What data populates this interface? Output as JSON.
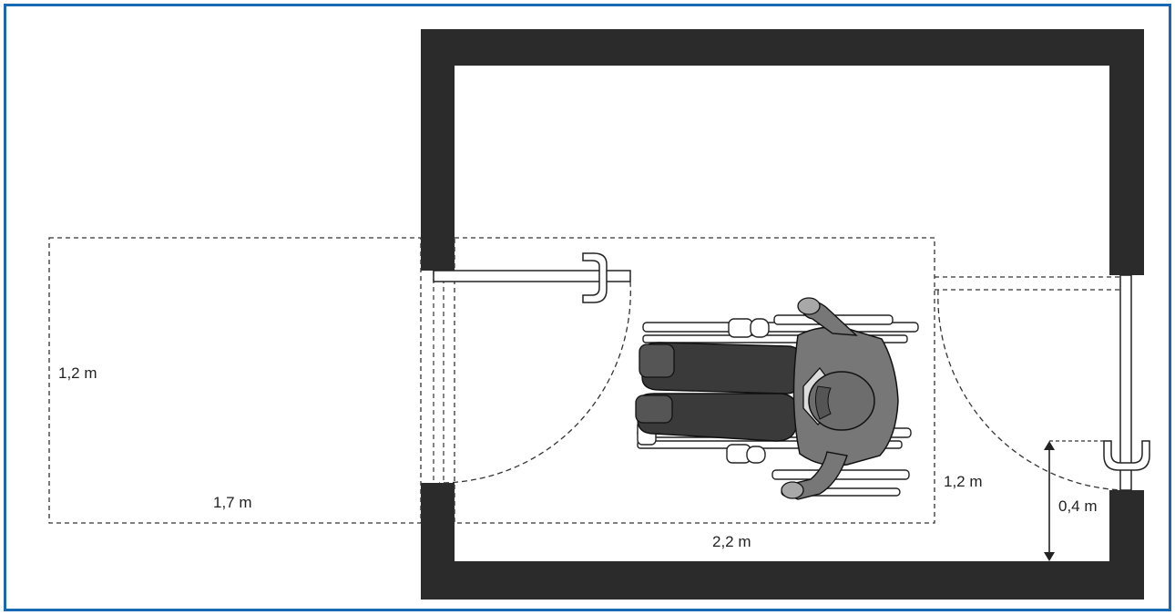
{
  "colors": {
    "frame": "#1769b4",
    "wall": "#2b2b2b",
    "dash": "#333333",
    "person_dark": "#3a3a3a",
    "person_mid": "#777777",
    "person_light": "#a8a8a8"
  },
  "labels": {
    "outer_width": "1,2 m",
    "outer_length": "1,7 m",
    "inner_width": "1,2 m",
    "inner_length": "2,2 m",
    "handle_height": "0,4 m"
  }
}
